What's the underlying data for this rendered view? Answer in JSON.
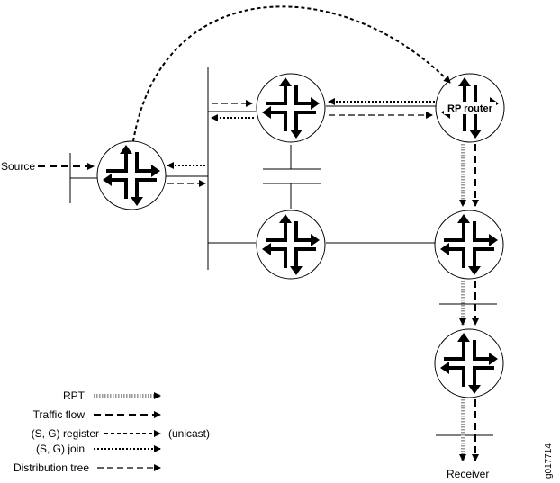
{
  "labels": {
    "source": "Source",
    "receiver": "Receiver",
    "rp_router": "RP router",
    "figure_id": "g017714",
    "unicast": "(unicast)"
  },
  "legend": [
    {
      "label": "RPT",
      "style": "rpt"
    },
    {
      "label": "Traffic flow",
      "style": "traffic"
    },
    {
      "label": "(S, G) register",
      "style": "register"
    },
    {
      "label": "(S, G) join",
      "style": "join"
    },
    {
      "label": "Distribution tree",
      "style": "distribution"
    }
  ],
  "routers": [
    {
      "id": "r-source"
    },
    {
      "id": "r-top-mid"
    },
    {
      "id": "r-rp"
    },
    {
      "id": "r-bottom-mid"
    },
    {
      "id": "r-right-mid"
    },
    {
      "id": "r-receiver"
    }
  ],
  "colors": {
    "line": "#000000",
    "rpt": "#999999",
    "background": "#ffffff"
  }
}
